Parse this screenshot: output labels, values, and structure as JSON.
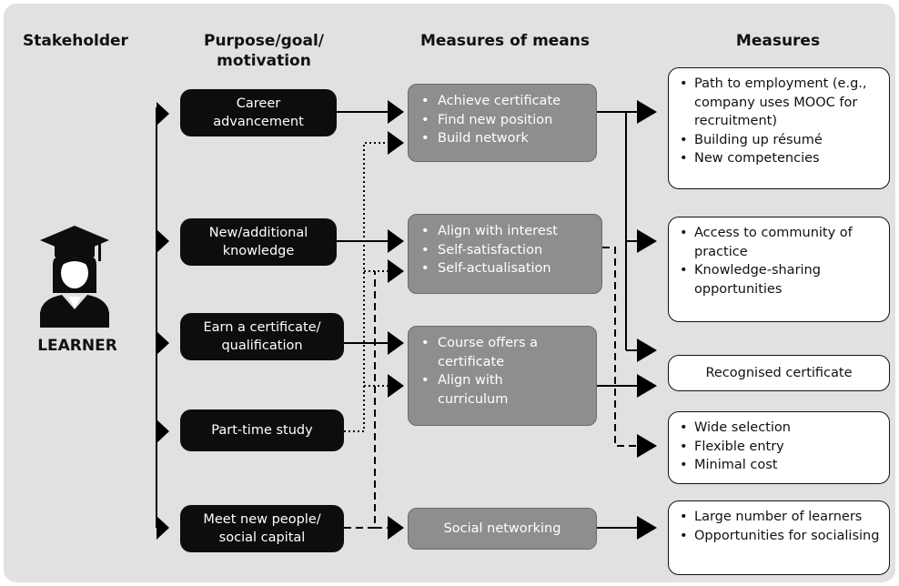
{
  "headers": {
    "stakeholder": "Stakeholder",
    "purpose": "Purpose/goal/\nmotivation",
    "measures_of_means": "Measures of means",
    "measures": "Measures"
  },
  "stakeholder": {
    "label": "LEARNER",
    "icon": "graduate-learner-icon"
  },
  "purposes": [
    "Career\nadvancement",
    "New/additional\nknowledge",
    "Earn a certificate/\nqualification",
    "Part-time study",
    "Meet new people/\nsocial capital"
  ],
  "means": [
    {
      "items": [
        "Achieve certificate",
        "Find new position",
        "Build network"
      ]
    },
    {
      "items": [
        "Align with interest",
        "Self-satisfaction",
        "Self-actualisation"
      ]
    },
    {
      "items": [
        "Course offers a certificate",
        "Align with curriculum"
      ]
    },
    {
      "label": "Social networking"
    }
  ],
  "measures": [
    {
      "items": [
        "Path to employment (e.g., company uses MOOC for recruitment)",
        "Building up résumé",
        "New competencies"
      ]
    },
    {
      "items": [
        "Access to community of practice",
        "Knowledge-sharing opportunities"
      ]
    },
    {
      "label": "Recognised certificate"
    },
    {
      "items": [
        "Wide selection",
        "Flexible entry",
        "Minimal cost"
      ]
    },
    {
      "items": [
        "Large number of learners",
        "Opportunities for socialising"
      ]
    }
  ],
  "colors": {
    "panel": "#e1e1e1",
    "purpose_box": "#0d0d0d",
    "means_box": "#8e8e8e",
    "measure_box": "#ffffff"
  }
}
